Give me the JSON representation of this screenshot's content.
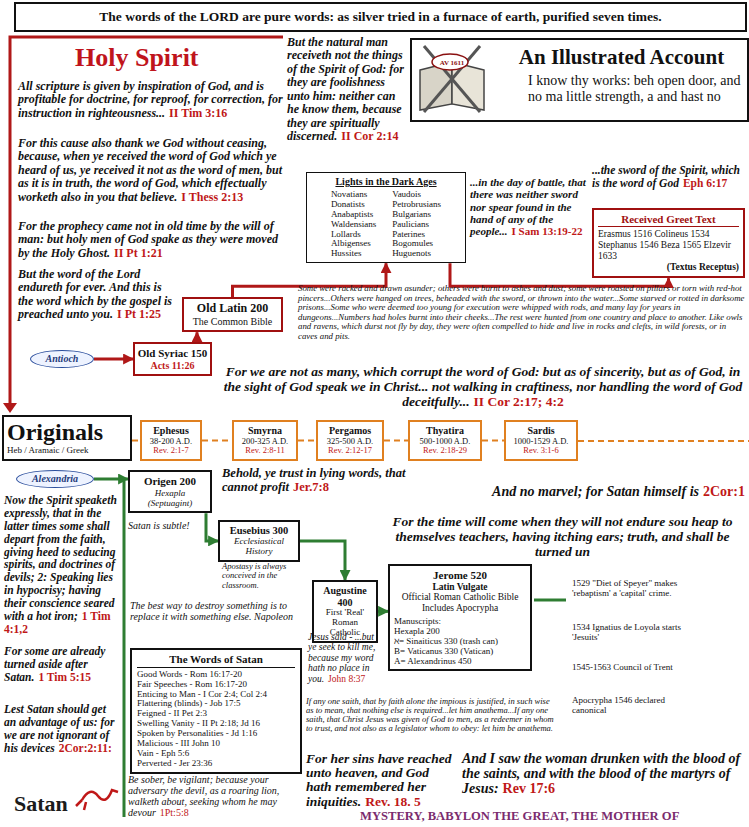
{
  "diagram": {
    "title": "The words of the LORD are pure words: as silver tried in a furnace of earth, purified seven times.",
    "nodes": [
      {
        "text": [
          "AV 1611",
          "An Illustrated Account",
          "I know thy works: beh open door, and no ma little strength, a and hast no"
        ]
      },
      {
        "text": [
          "Lights in the Dark Ages",
          "Novatians Donatists Anabaptists Waldensians Lollards Albigenses Hussites",
          "Vaudois Petrobrusians Bulgarians Paulicians Paterines Bogomules Huguenots"
        ]
      },
      {
        "text": [
          "Received Greet Text",
          "Erasmus 1516 Colineus 1534 Stephanus 1546 Beza 1565 Elzevir 1633",
          "(Textus Receptus)"
        ]
      },
      {
        "text": [
          "Old Latin 200",
          "The Common Bible"
        ]
      },
      {
        "text": [
          "Old Syriac 150",
          "Acts 11:26"
        ]
      },
      {
        "text": [
          "Antioch"
        ]
      },
      {
        "text": [
          "Originals",
          "Heb / Aramaic / Greek"
        ]
      },
      {
        "text": [
          "Ephesus",
          "38-200 A.D.",
          "Rev. 2:1-7"
        ]
      },
      {
        "text": [
          "Smyrna",
          "200-325 A.D.",
          "Rev. 2:8-11"
        ]
      },
      {
        "text": [
          "Pergamos",
          "325-500 A.D.",
          "Rev. 2:12-17"
        ]
      },
      {
        "text": [
          "Thyatira",
          "500-1000 A.D.",
          "Rev. 2:18-29"
        ]
      },
      {
        "text": [
          "Sardis",
          "1000-1529 A.D.",
          "Rev. 3:1-6"
        ]
      },
      {
        "text": [
          "Alexandria"
        ]
      },
      {
        "text": [
          "Origen 200",
          "Hexapla",
          "(Septuagint)"
        ]
      },
      {
        "text": [
          "Eusebius 300",
          "Ecclesiastical History"
        ]
      },
      {
        "text": [
          "Augustine 400",
          "First 'Real' Roman Catholic"
        ]
      },
      {
        "text": [
          "Jerome 520",
          "Latin Vulgate",
          "Official Roman Catholic Bible",
          "Includes Apocrypha",
          "Manuscripts:",
          "Hexapla 200",
          "ℵ= Sinaiticus 330 (trash can)",
          "B= Vaticanus 330 (Vatican)",
          "A= Alexandrinus 450"
        ]
      },
      {
        "text": [
          "The Words of Satan",
          "Good Words - Rom 16:17-20",
          "Fair Speeches - Rom 16:17-20",
          "Enticing to Man - I Cor 2:4; Col 2:4",
          "Flattering (blinds) - Job 17:5",
          "Feigned - II Pet 2:3",
          "Swelling Vanity - II Pt 2:18; Jd 16",
          "Spoken by Personalities - Jd 1:16",
          "Malicious - III John 10",
          "Vain - Eph 5:6",
          "Perverted - Jer 23:36"
        ]
      }
    ],
    "edges": [
      {
        "from": 5,
        "to": 4,
        "arrow": "to"
      },
      {
        "from": 4,
        "to": 3,
        "arrow": "to"
      },
      {
        "from": 3,
        "to": 1,
        "arrow": "to"
      },
      {
        "from": 1,
        "to": 2,
        "arrow": "to"
      },
      {
        "from": 6,
        "to": 7,
        "arrow": "none"
      },
      {
        "from": 7,
        "to": 8,
        "arrow": "none"
      },
      {
        "from": 8,
        "to": 9,
        "arrow": "none"
      },
      {
        "from": 9,
        "to": 10,
        "arrow": "none"
      },
      {
        "from": 10,
        "to": 11,
        "arrow": "none"
      },
      {
        "from": 12,
        "to": 13,
        "arrow": "to"
      },
      {
        "from": 13,
        "to": 14,
        "arrow": "to"
      },
      {
        "from": 14,
        "to": 15,
        "arrow": "to"
      },
      {
        "from": 15,
        "to": 16,
        "arrow": "to"
      }
    ],
    "labels": [
      "Holy Spirit",
      "All scripture is given by inspiration of God, and is profitable for doctrine, for reproof, for correction, for instruction in righteousness...",
      "II Tim 3:16",
      "For this cause also thank we God without ceasing, because, when ye received the word of God which ye heard of us, ye received it not as the word of men, but as it is in truth, the word of God, which effectually worketh also in you that believe.",
      "I Thess 2:13",
      "For the prophecy came not in old time by the will of man: but holy men of God spake as they were moved by the Holy Ghost.",
      "II Pt 1:21",
      "But the word of the Lord endureth for ever. And this is the word which by the gospel is preached unto you.",
      "I Pt 1:25",
      "But the natural man receiveth not the things of the Spirit of God: for they are foolishness unto him: neither can he know them, because they are spiritually discerned.",
      "II Cor 2:14",
      "...in the day of battle, that there was neither sword nor spear found in the hand of any of the people...",
      "I Sam 13:19-22",
      "...the sword of the Spirit, which is the word of God",
      "Eph 6:17",
      "Some were racked and drawn asunder; others were burnt to ashes and dust; some were roasted on pillars or torn with red-hot pincers...Others were hanged on trees, beheaded with the sword, or thrown into the water...Some starved or rotted in darksome prisons...Some who were deemed too young for execution were whipped with rods, and many lay for years in dungeons...Numbers had holes burnt into their cheeks...The rest were hunted from one country and place to another. Like owls and ravens, which durst not fly by day, they were often compelled to hide and live in rocks and clefts, in wild forests, or in caves and pits.",
      "For we are not as many, which corrupt the word of God: but as of sincerity, but as of God, in the sight of God speak we in Christ... not walking in craftiness, nor handling the word of God deceitfully...",
      "II Cor 2:17; 4:2",
      "Behold, ye trust in lying words, that cannot profit",
      "Jer.7:8",
      "And no marvel; for Satan himself is",
      "2Cor:1",
      "For the time will come when they will not endure sou heap to themselves teachers, having itching ears; truth, and shall be turned un",
      "Now the Spirit speaketh expressly, that in the latter times some shall depart from the faith, giving heed to seducing spirits, and doctrines of devils; 2: Speaking lies in hypocrisy; having their conscience seared with a hot iron;",
      "1 Tim 4:1,2",
      "For some are already turned aside after Satan.",
      "1 Tim 5:15",
      "Lest Satan should get an advantage of us: for we are not ignorant of his devices",
      "2Cor:2:11:",
      "Satan is subtle!",
      "Apostasy is always conceived in the classroom.",
      "The best way to destroy something is to replace it with something else. Napoleon",
      "Jesus said - ...but ye seek to kill me, because my word hath no place in you.",
      "John 8:37",
      "If any one saith, that by faith alone the impious is justified, in such wise as to mean, that nothing else is required...let him anathema...If any one saith, that Christ Jesus was given of God to men, as a redeemer in whom to trust, and not also as a legislator whom to obey: let him be anathema.",
      "For her sins have reached unto heaven, and God hath remembered her iniquities.",
      "Rev. 18. 5",
      "And I saw the woman drunken with the blood of the saints, and with the blood of the martyrs of Jesus:",
      "Rev 17:6",
      "Be sober, be vigilant; because your adversary the devil, as a roaring lion, walketh about, seeking whom he may devour",
      "1Pt:5:8",
      "MYSTERY, BABYLON THE GREAT, THE MOTHER OF",
      "Satan",
      "1529 \"Diet of Speyer\" makes 'rebaptism' a 'capital' crime.",
      "1534 Ignatius de Loyola starts 'Jesuits'",
      "1545-1563 Council of Trent",
      "Apocrypha 1546 declared canonical"
    ]
  }
}
